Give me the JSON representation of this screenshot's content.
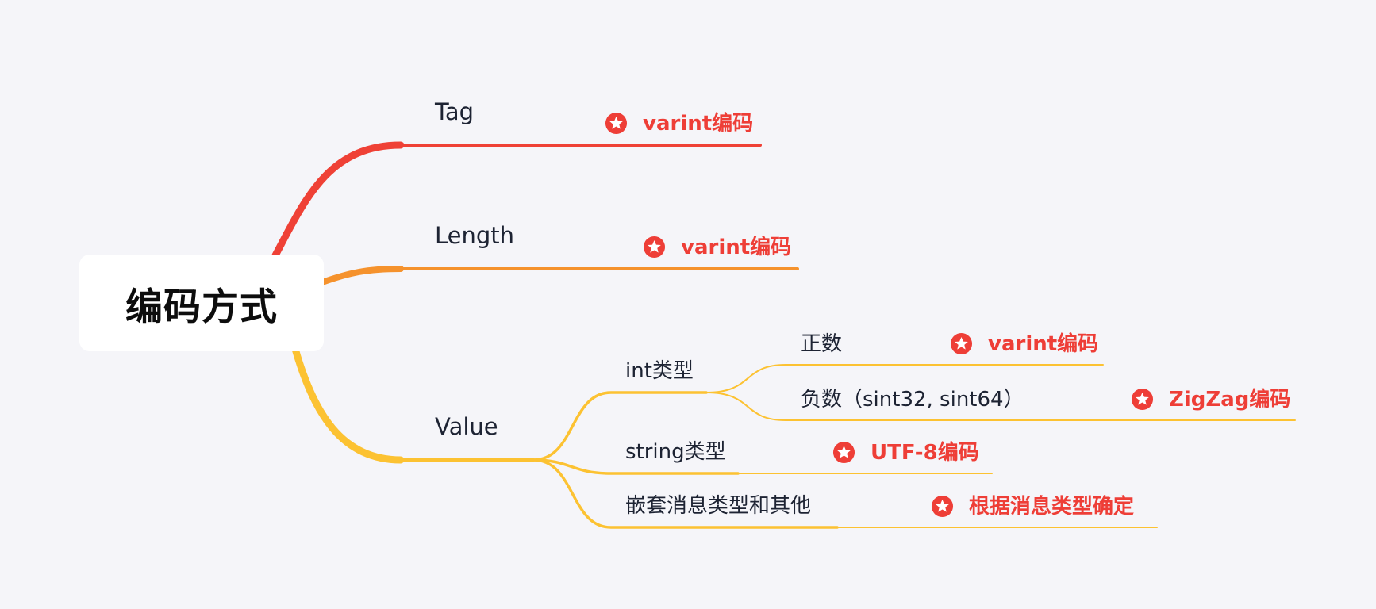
{
  "colors": {
    "background": "#f5f5f9",
    "branch_tag": "#ef4136",
    "branch_length": "#f5922d",
    "branch_value": "#fcc232",
    "marker": "#ee3e37",
    "text": "#1d2333"
  },
  "root": {
    "label": "编码方式"
  },
  "branches": {
    "tag": {
      "label": "Tag",
      "marker": {
        "icon": "star-circle-icon",
        "text": "varint编码"
      }
    },
    "length": {
      "label": "Length",
      "marker": {
        "icon": "star-circle-icon",
        "text": "varint编码"
      }
    },
    "value": {
      "label": "Value",
      "children": {
        "int": {
          "label": "int类型",
          "children": {
            "positive": {
              "label": "正数",
              "marker": {
                "icon": "star-circle-icon",
                "text": "varint编码"
              }
            },
            "negative": {
              "label": "负数（sint32, sint64）",
              "marker": {
                "icon": "star-circle-icon",
                "text": "ZigZag编码"
              }
            }
          }
        },
        "string": {
          "label": "string类型",
          "marker": {
            "icon": "star-circle-icon",
            "text": "UTF-8编码"
          }
        },
        "nested": {
          "label": "嵌套消息类型和其他",
          "marker": {
            "icon": "star-circle-icon",
            "text": "根据消息类型确定"
          }
        }
      }
    }
  }
}
